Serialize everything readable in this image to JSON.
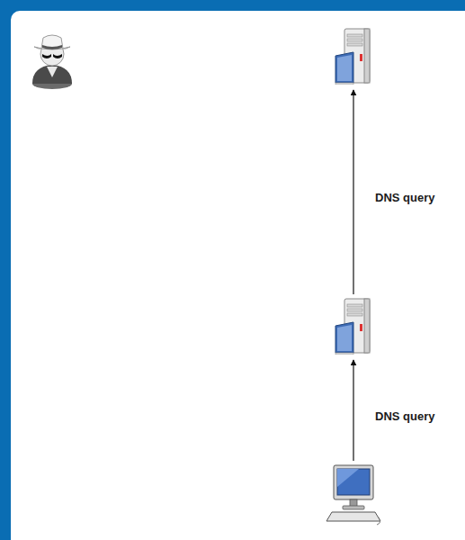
{
  "diagram": {
    "nodes": [
      {
        "text": []
      },
      {
        "text": []
      },
      {
        "text": []
      }
    ],
    "edges": [
      {
        "from": 2,
        "to": 1,
        "arrow": "to",
        "label": "DNS query"
      },
      {
        "from": 1,
        "to": 0,
        "arrow": "to",
        "label": "DNS query"
      }
    ]
  }
}
